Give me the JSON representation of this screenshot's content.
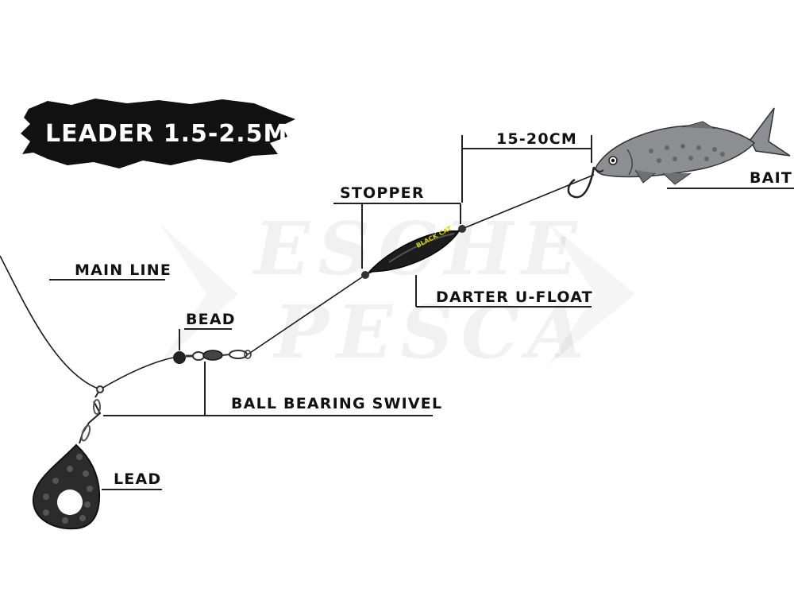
{
  "banner": {
    "text": "LEADER 1.5-2.5M"
  },
  "labels": {
    "main_line": "MAIN LINE",
    "bead": "BEAD",
    "ball_bearing_swivel": "BALL BEARING SWIVEL",
    "lead": "LEAD",
    "stopper": "STOPPER",
    "darter_u_float": "DARTER U-FLOAT",
    "distance": "15-20CM",
    "bait": "BAIT"
  },
  "watermark": {
    "line1": "ESCHE",
    "line2": "PESCA"
  },
  "float_logo": "BLACK CAT",
  "colors": {
    "banner": "#111111",
    "line": "#1a1a1a",
    "lead": "#2b2b2b",
    "bead": "#222222",
    "fish_body": "#8c8f92",
    "float_accent": "#d8d000"
  }
}
